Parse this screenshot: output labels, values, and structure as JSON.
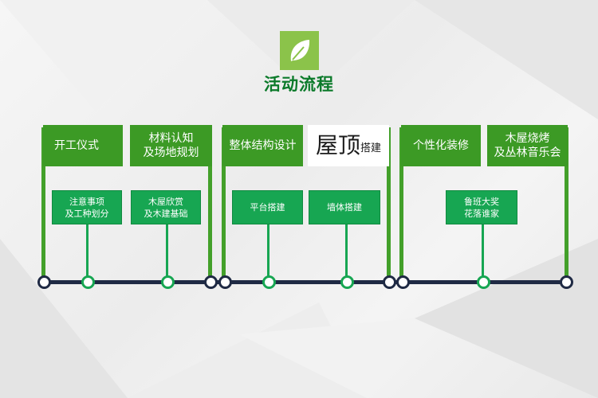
{
  "title": "活动流程",
  "colors": {
    "primary_green": "#43a02a",
    "sub_green": "#17a652",
    "timeline": "#1f2a44",
    "logo_bg": "#8bc34a"
  },
  "logo_icon": "leaf-icon",
  "phases": [
    {
      "label": "开工仪式"
    },
    {
      "label_line1": "材料认知",
      "label_line2": "及场地规划"
    },
    {
      "label": "整体结构设计"
    },
    {
      "label_big": "屋顶",
      "label_small": "搭建"
    },
    {
      "label": "个性化装修"
    },
    {
      "label_line1": "木屋烧烤",
      "label_line2": "及丛林音乐会"
    }
  ],
  "sub_steps": [
    {
      "line1": "注意事项",
      "line2": "及工种划分"
    },
    {
      "line1": "木屋欣赏",
      "line2": "及木建基础"
    },
    {
      "label": "平台搭建"
    },
    {
      "label": "墙体搭建"
    },
    {
      "line1": "鲁班大奖",
      "line2": "花落谁家"
    }
  ]
}
